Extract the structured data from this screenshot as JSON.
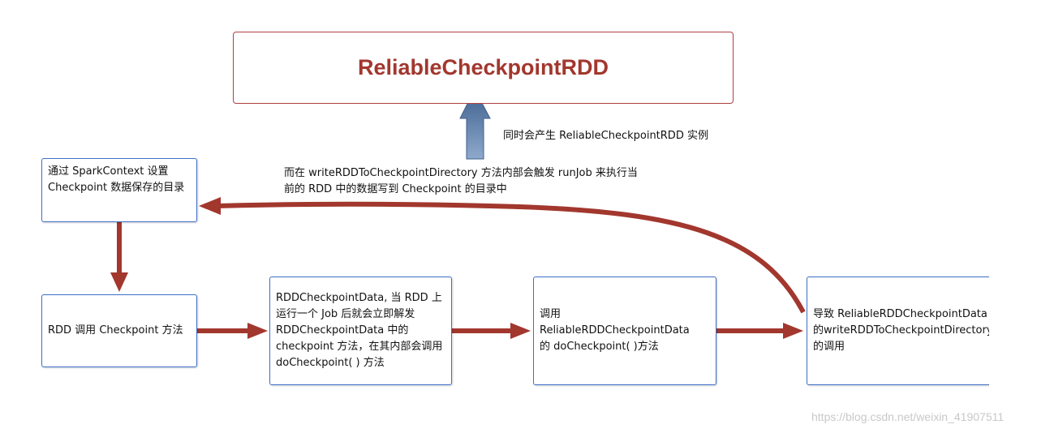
{
  "diagram": {
    "title": "ReliableCheckpointRDD",
    "nodes": {
      "set_dir": "通过 SparkContext 设置\nCheckpoint 数据保存的目录",
      "rdd_call": "RDD 调用 Checkpoint 方法",
      "rdd_checkpoint_data": "RDDCheckpointData, 当 RDD 上\n运行一个 Job 后就会立即解发\nRDDCheckpointData 中的\ncheckpoint 方法，在其内部会调用\ndoCheckpoint( ) 方法",
      "reliable_call": "调用ReliableRDDCheckpointData\n的 doCheckpoint( )方法",
      "write_call": "导致 ReliableRDDCheckpointData\n的writeRDDToCheckpointDirectory\n的调用"
    },
    "labels": {
      "produce": "同时会产生 ReliableCheckpointRDD 实例",
      "run_job": "而在 writeRDDToCheckpointDirectory 方法内部会触发 runJob 来执行当\n前的 RDD 中的数据写到 Checkpoint 的目录中"
    },
    "colors": {
      "arrow": "#a2372e",
      "box_border": "#3f6fc9",
      "title_border": "#b04040",
      "up_arrow": "#6f8fb5"
    }
  },
  "watermark": "https://blog.csdn.net/weixin_41907511"
}
